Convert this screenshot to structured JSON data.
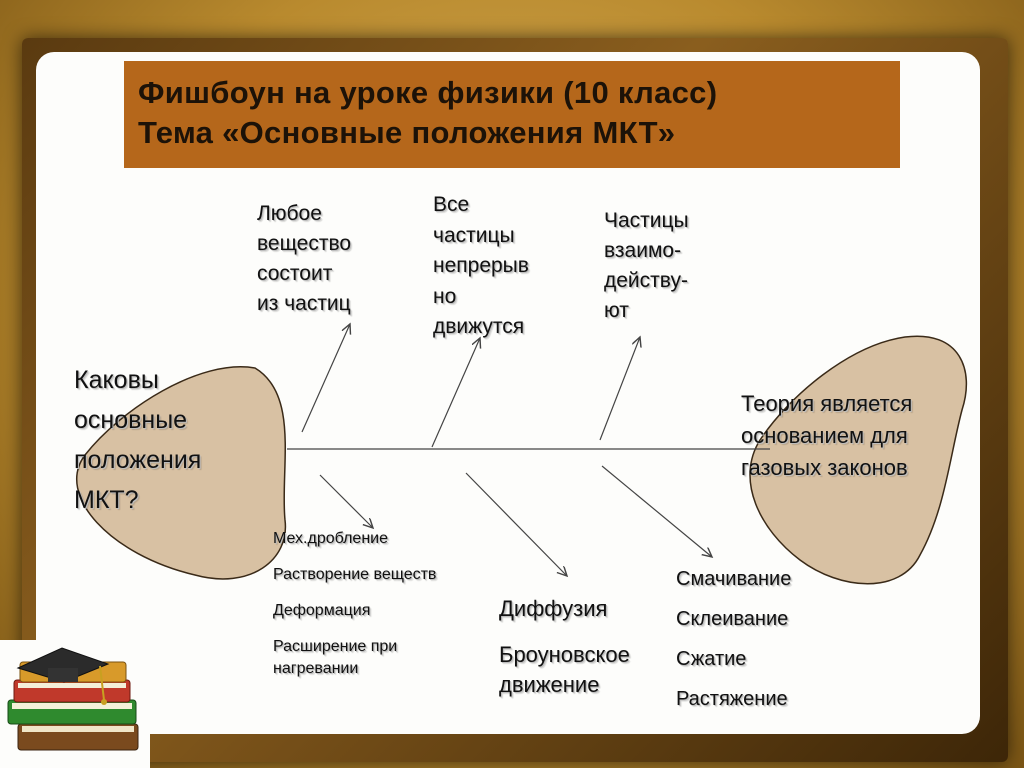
{
  "title": {
    "line1": "Фишбоун на уроке физики  (10 класс)",
    "line2": "Тема «Основные положения МКТ»"
  },
  "head": {
    "text": [
      "Каковы",
      "основные",
      "положения",
      "МКТ?"
    ]
  },
  "tail": {
    "text": [
      "Теория является",
      "основанием для",
      "газовых законов"
    ]
  },
  "upper_bones": [
    {
      "lines": [
        "Любое",
        "вещество",
        "состоит",
        "из частиц"
      ]
    },
    {
      "lines": [
        "Все",
        "частицы",
        "непрерыв",
        "но",
        "движутся"
      ]
    },
    {
      "lines": [
        "Частицы",
        "взаимо-",
        "действу-",
        "ют"
      ]
    }
  ],
  "lower_bones": [
    {
      "items": [
        "Мех.дробление",
        "Растворение веществ",
        "Деформация",
        "Расширение при",
        "нагревании"
      ]
    },
    {
      "items": [
        "Диффузия",
        "Броуновское",
        "движение"
      ]
    },
    {
      "items": [
        "Смачивание",
        "Склеивание",
        "Сжатие",
        "Растяжение"
      ]
    }
  ],
  "colors": {
    "title_bg": "#b5671b",
    "blob_fill": "#d8c1a3",
    "line": "#444444",
    "background": "#fdfdfb"
  },
  "icons": [
    "books-with-graduation-cap-icon"
  ]
}
